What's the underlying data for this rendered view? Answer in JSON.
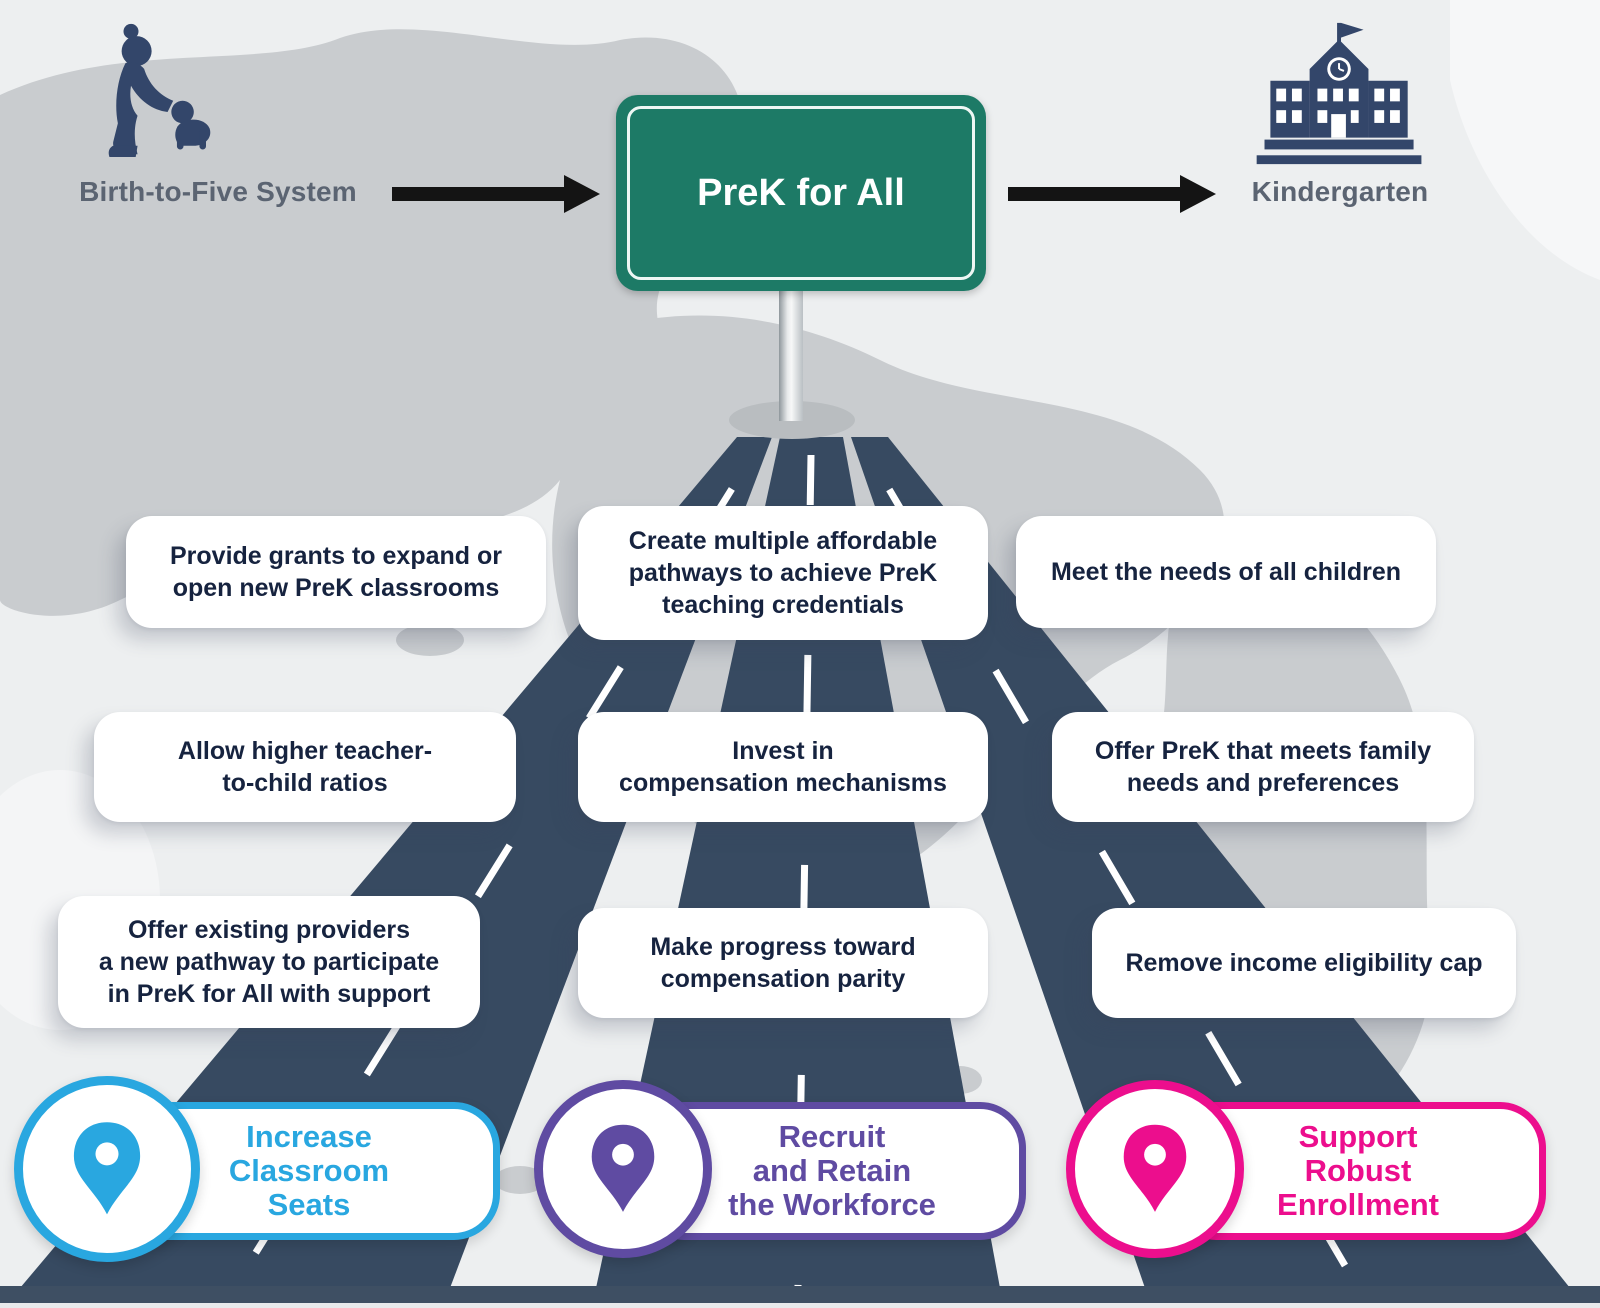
{
  "header": {
    "birth_to_five_label": "Birth-to-Five System",
    "sign_label": "PreK for All",
    "kindergarten_label": "Kindergarten"
  },
  "colors": {
    "background": "#edeff0",
    "map": "#c9cccf",
    "road": "#374a61",
    "bottom_bar": "#3e4f63",
    "sign_green": "#1d7a66",
    "box_text": "#16233f",
    "header_text": "#5b6472",
    "icon_navy": "#33466a",
    "seats_blue": "#29a7e0",
    "workforce_purple": "#5f4ba2",
    "enrollment_pink": "#ec0e8d"
  },
  "lanes": [
    {
      "destination": "Increase\nClassroom\nSeats",
      "color": "#29a7e0",
      "milestones": [
        "Provide grants to expand or\nopen new PreK classrooms",
        "Allow higher teacher-\nto-child ratios",
        "Offer existing providers\na new pathway to participate\nin PreK for All with support"
      ]
    },
    {
      "destination": "Recruit\nand Retain\nthe Workforce",
      "color": "#5f4ba2",
      "milestones": [
        "Create multiple affordable\npathways to achieve PreK\nteaching credentials",
        "Invest in\ncompensation mechanisms",
        "Make progress toward\ncompensation parity"
      ]
    },
    {
      "destination": "Support\nRobust\nEnrollment",
      "color": "#ec0e8d",
      "milestones": [
        "Meet the needs of all children",
        "Offer PreK that meets family\nneeds and preferences",
        "Remove income eligibility cap"
      ]
    }
  ]
}
